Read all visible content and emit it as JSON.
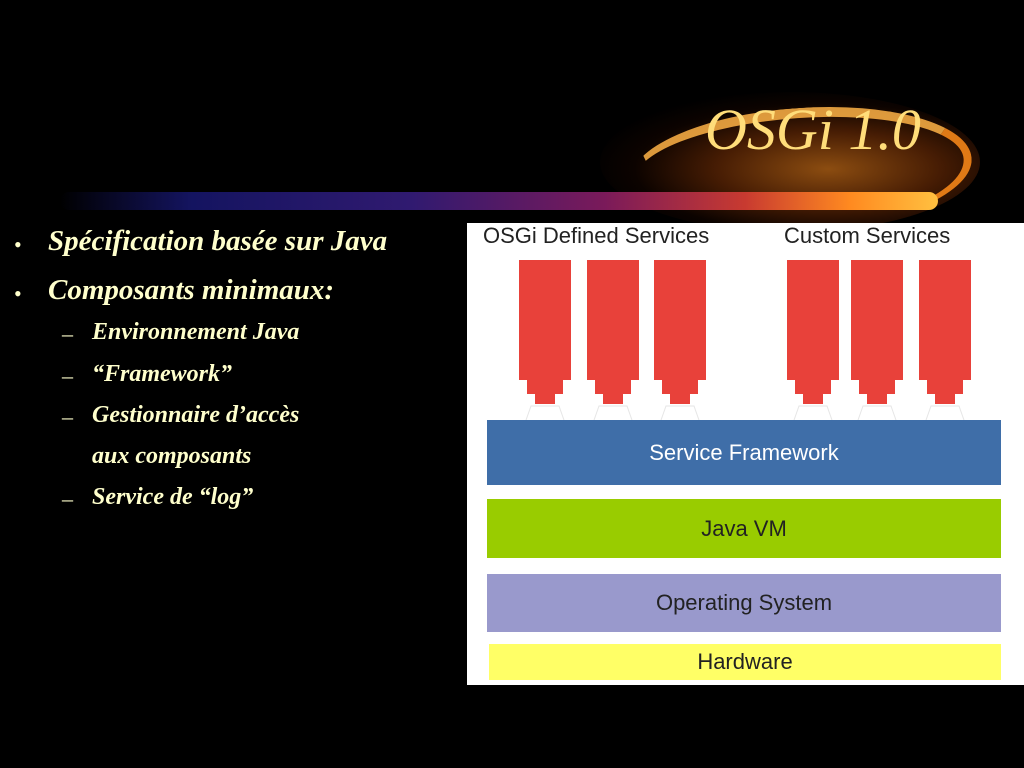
{
  "slide": {
    "title": "OSGi 1.0",
    "bullets": [
      {
        "marker": "•",
        "text": "Spécification basée sur Java"
      },
      {
        "marker": "•",
        "text": "Composants minimaux:"
      }
    ],
    "subbullets": [
      {
        "marker": "–",
        "text": "Environnement Java"
      },
      {
        "marker": "–",
        "text": "“Framework”"
      },
      {
        "marker": "–",
        "text": "Gestionnaire d’accès"
      },
      {
        "marker": "",
        "text": "aux composants"
      },
      {
        "marker": "–",
        "text": "Service de “log”"
      }
    ]
  },
  "diagram": {
    "group_labels": {
      "osgi_defined": "OSGi Defined Services",
      "custom": "Custom Services"
    },
    "layers": {
      "service_framework": "Service Framework",
      "java_vm": "Java VM",
      "operating_system": "Operating System",
      "hardware": "Hardware"
    },
    "colors": {
      "arrow": "#e8413a",
      "service_framework": "#3f6ea8",
      "java_vm": "#99cc00",
      "operating_system": "#9999cc",
      "hardware": "#ffff66",
      "text_bullets": "#ffffcc",
      "title": "#ffdd7a"
    }
  }
}
